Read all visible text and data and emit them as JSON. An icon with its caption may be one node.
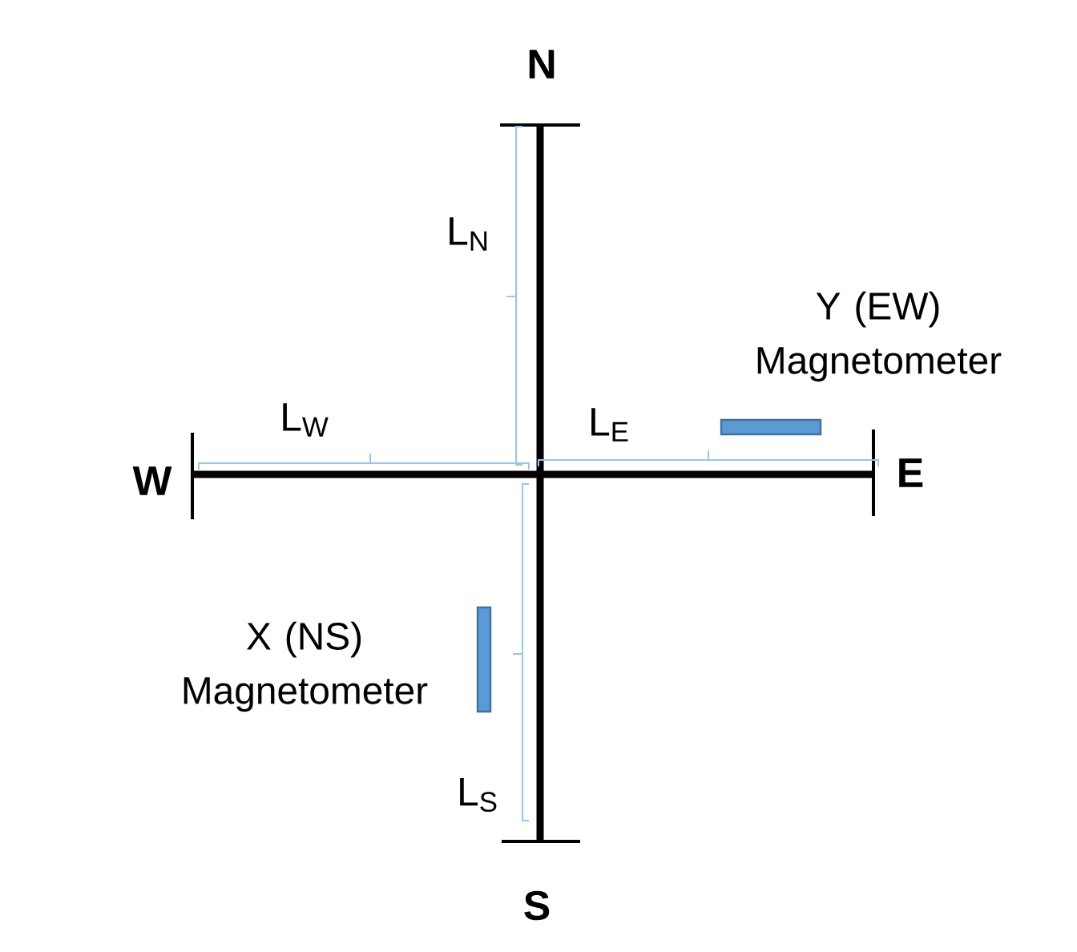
{
  "diagram": {
    "nodes": [
      {
        "text": [],
        "shape": "bar",
        "beside": [
          "Y (EW) Magnetometer"
        ]
      },
      {
        "text": [],
        "shape": "bar",
        "beside": [
          "X (NS) Magnetometer"
        ]
      }
    ],
    "edges": [],
    "labels": [
      "N",
      "L$_{N}$",
      "L$_{W}$",
      "L$_{E}$",
      "W",
      "E",
      "S",
      "L$_{S}$"
    ]
  }
}
